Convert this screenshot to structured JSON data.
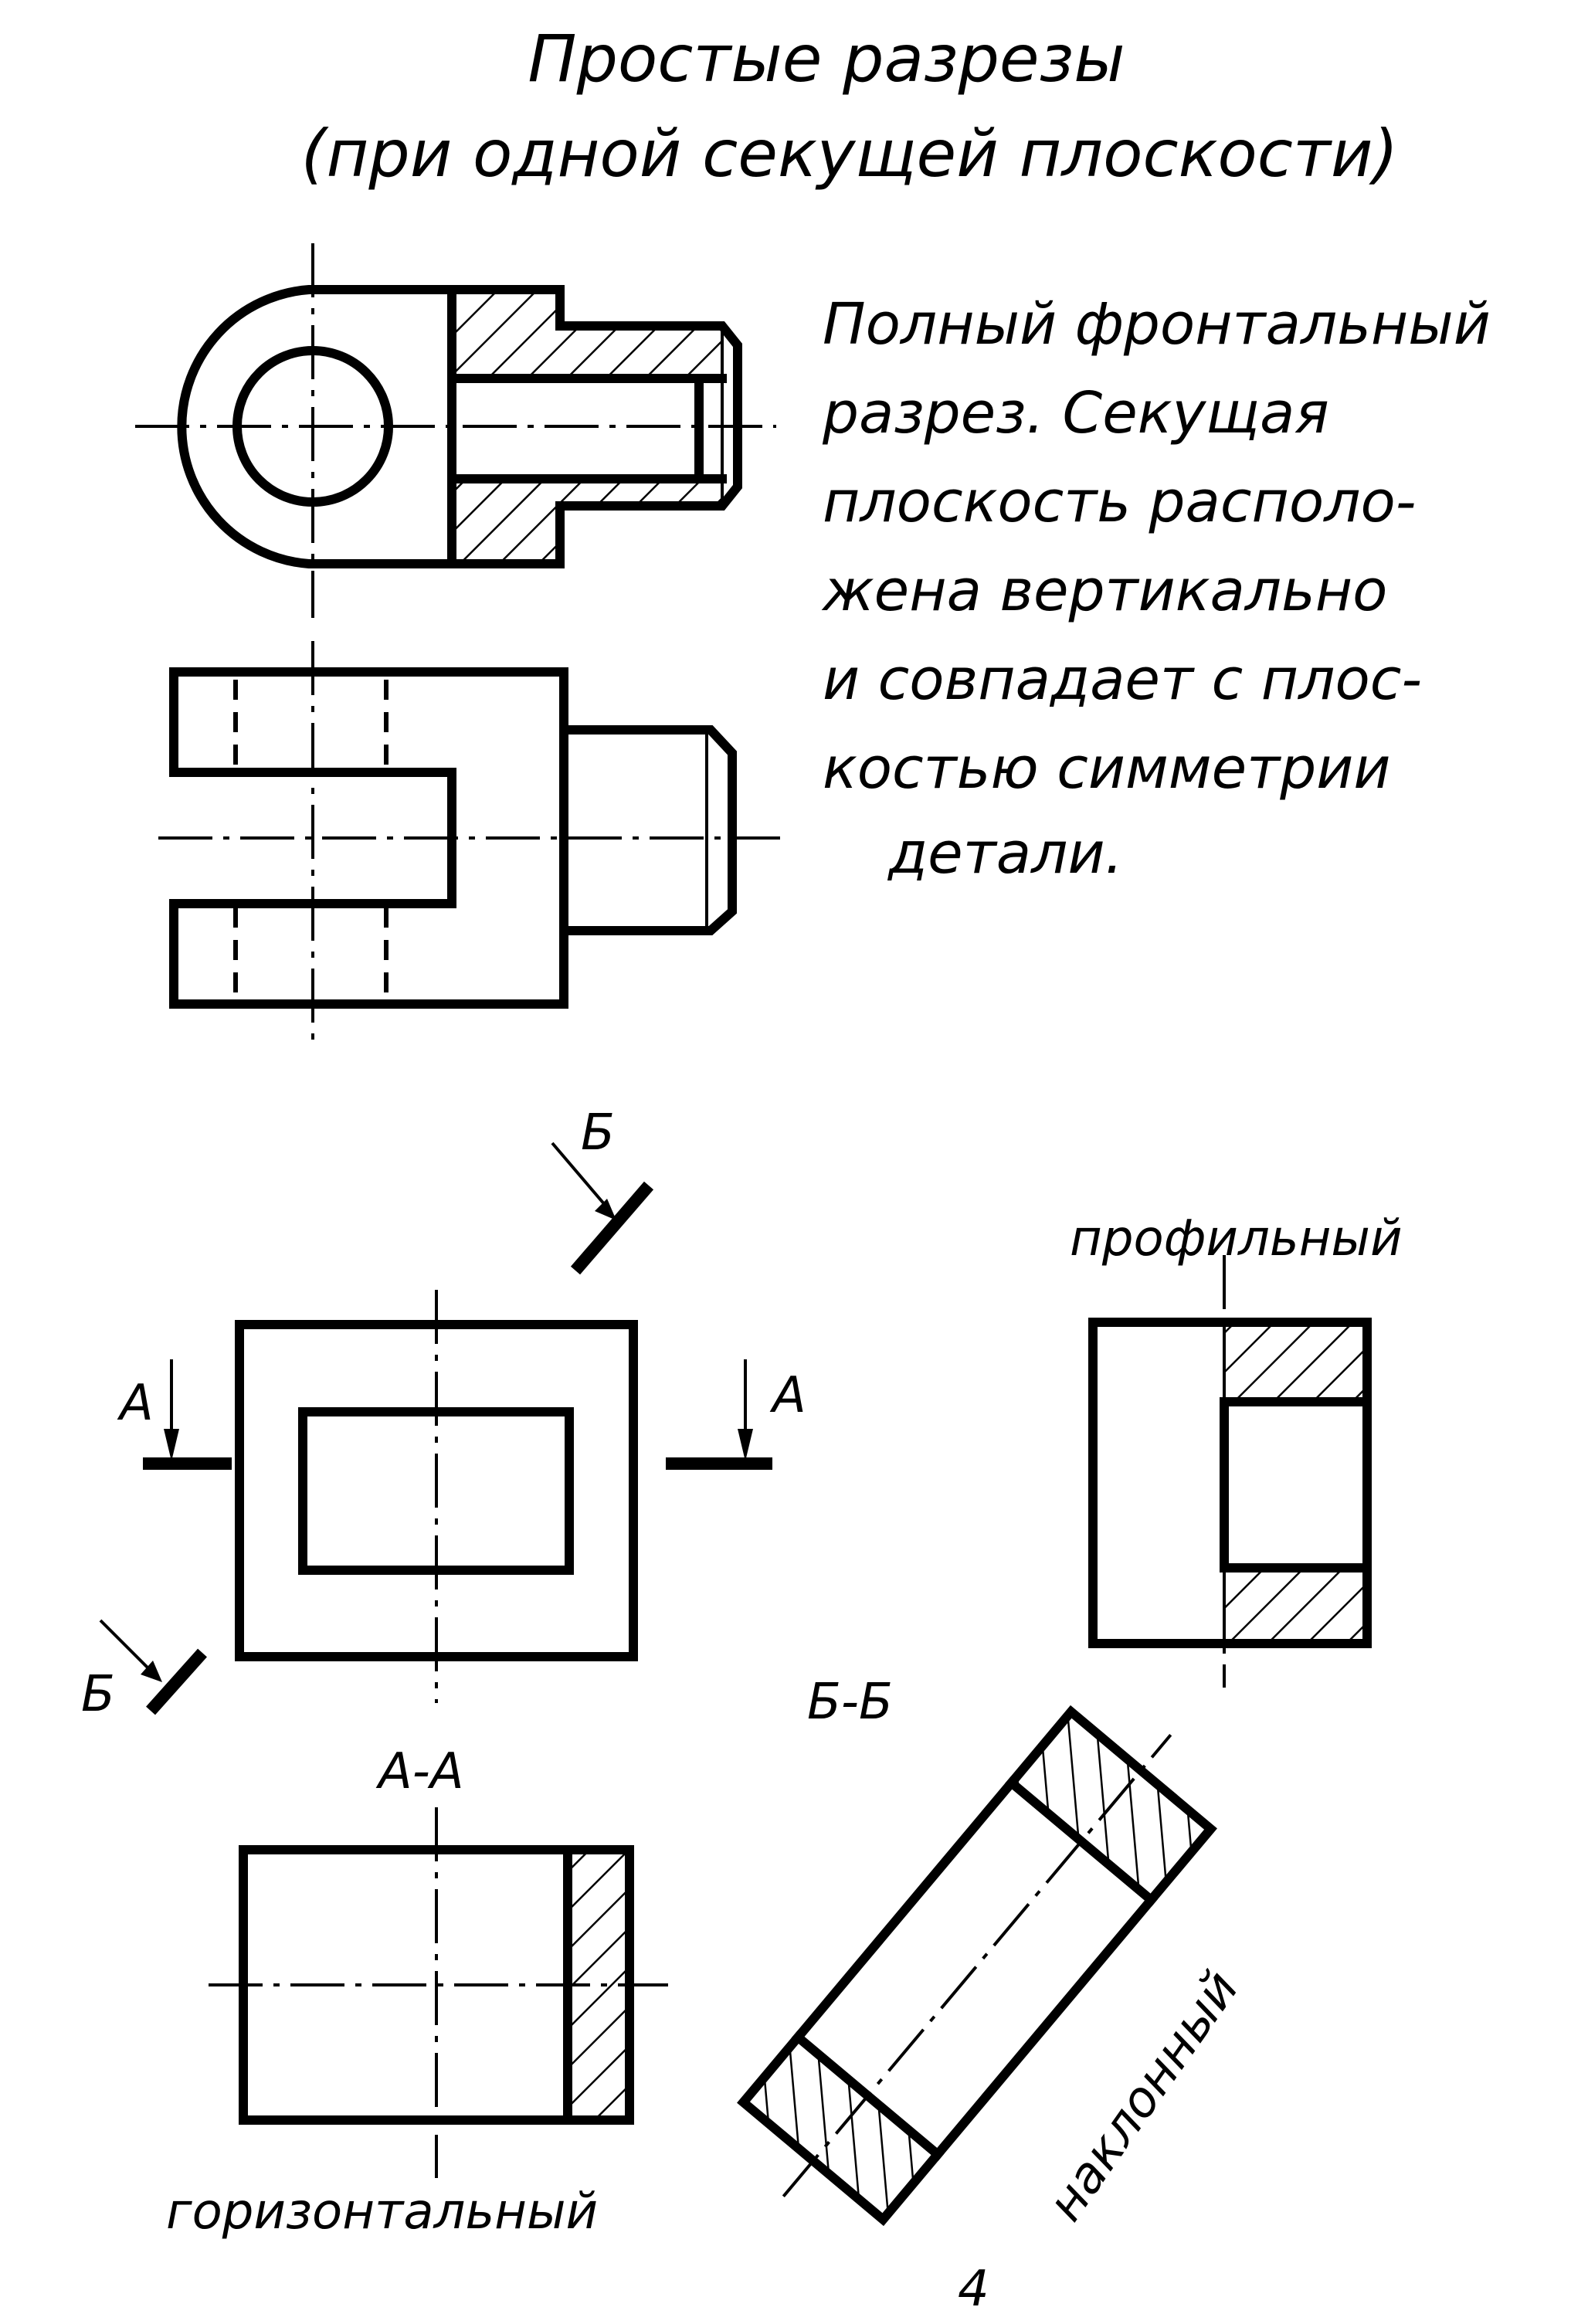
{
  "title": {
    "line1": "Простые разрезы",
    "line2": "(при одной секущей плоскости)"
  },
  "description": {
    "lines": [
      "Полный фронтальный",
      "разрез. Секущая",
      "плоскость располо-",
      "жена вертикально",
      "и совпадает с плос-",
      "костью симметрии",
      "детали."
    ]
  },
  "labels": {
    "profile": "профильный",
    "section_a_a": "А-А",
    "section_b_b": "Б-Б",
    "horizontal": "горизонтальный",
    "inclined": "наклонный",
    "cut_a_left": "А",
    "cut_a_right": "А",
    "cut_b_top": "Б",
    "cut_b_bottom": "Б",
    "page_number": "4"
  }
}
